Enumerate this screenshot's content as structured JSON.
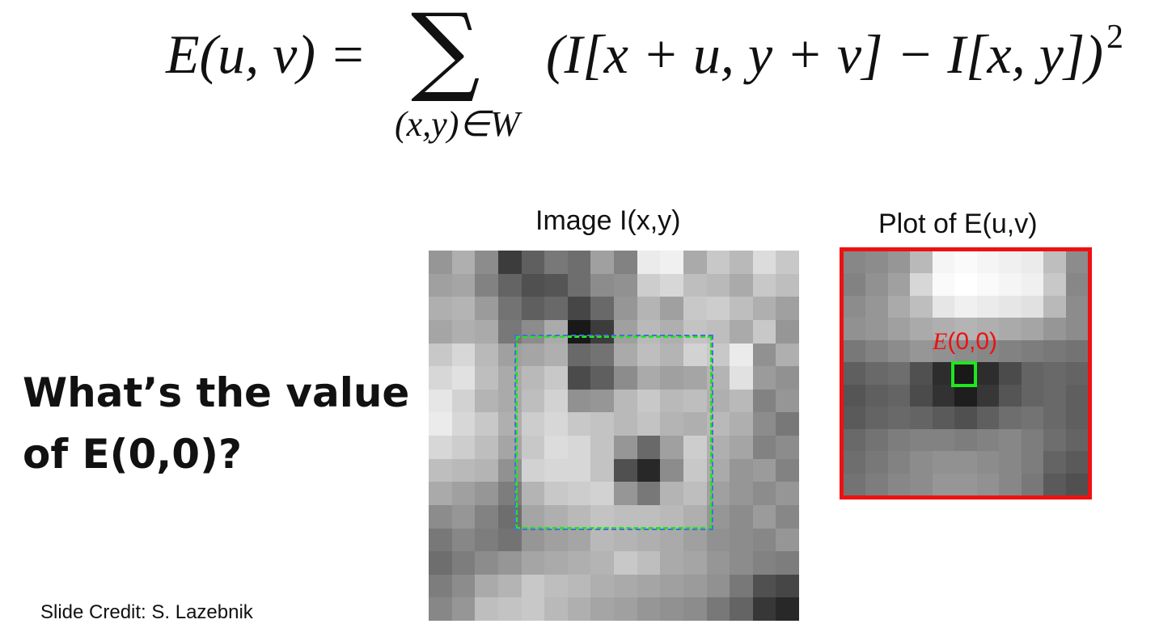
{
  "formula": {
    "lhs": "E(u, v) =",
    "sum_symbol": "∑",
    "subscript": "(x,y)∈W",
    "rhs": "(I[x + u, y + v] − I[x, y])",
    "power": "2"
  },
  "image_panel": {
    "caption": "Image I(x,y)"
  },
  "plot_panel": {
    "caption": "Plot of E(u,v)",
    "marker_label_e": "E",
    "marker_label_args": "(0,0)",
    "colors": {
      "frame": "#ee1111",
      "marker": "#1fe61f"
    }
  },
  "window_colors": {
    "dash_primary": "#1fe61f",
    "dash_secondary": "#4a6fd6"
  },
  "question": {
    "line1": "What’s the value",
    "line2": "of E(0,0)?"
  },
  "credit": "Slide Credit: S. Lazebnik"
}
